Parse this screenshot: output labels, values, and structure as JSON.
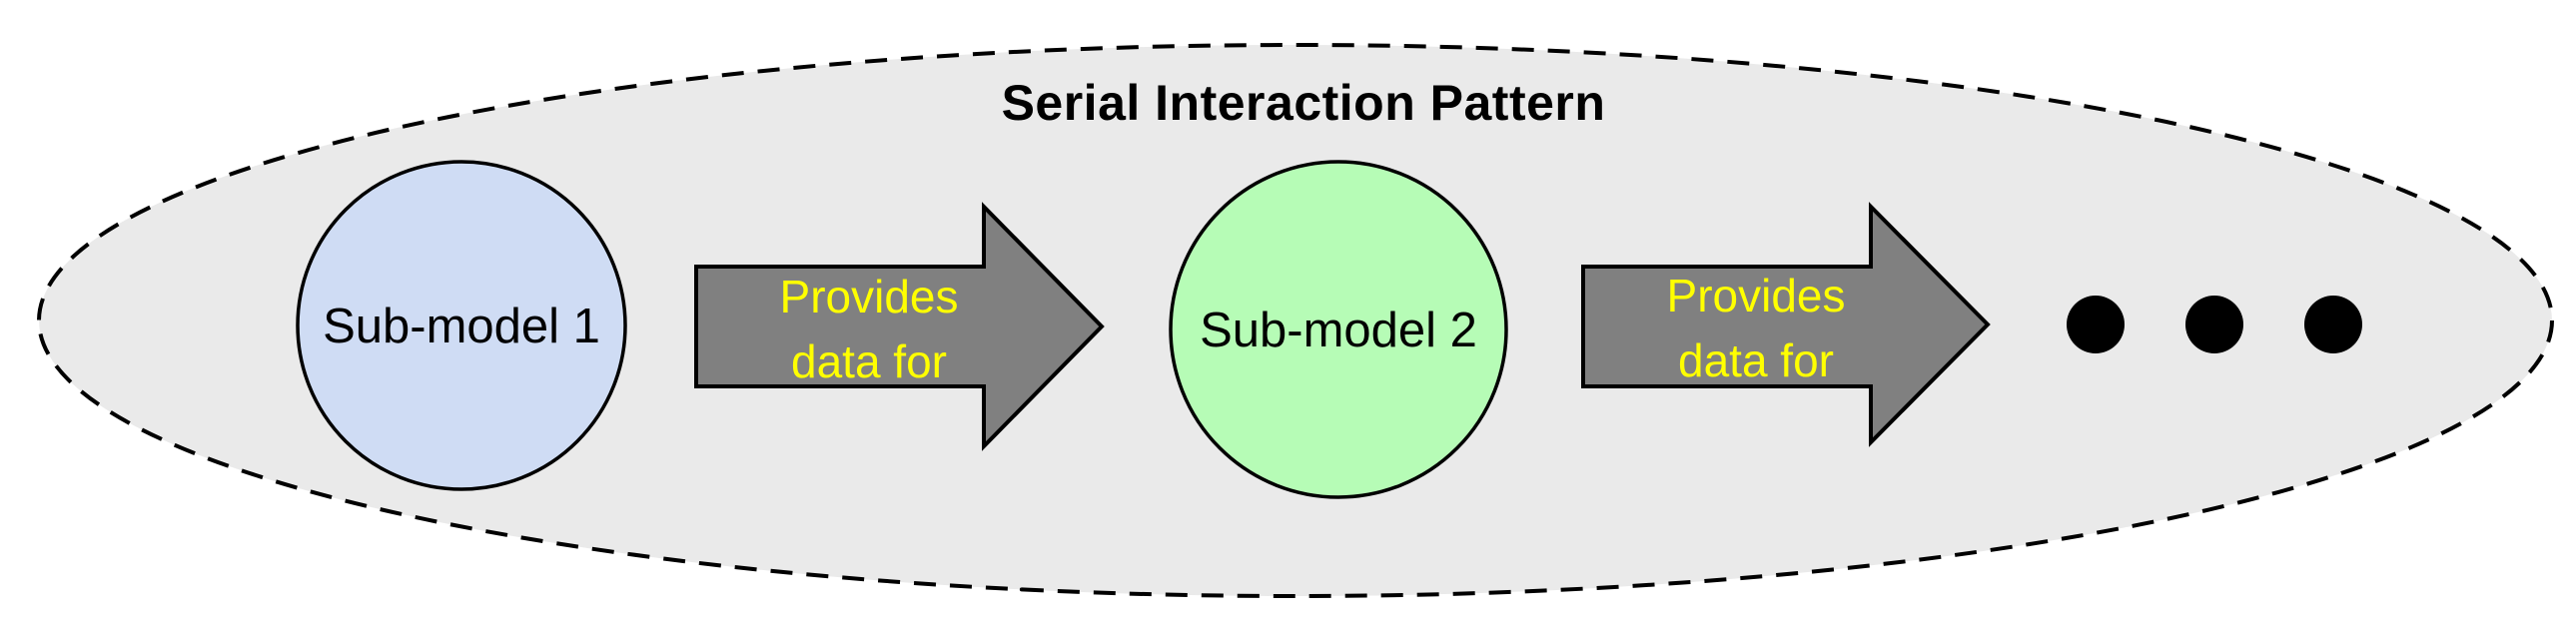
{
  "diagram": {
    "title": "Serial Interaction Pattern",
    "boundary": {
      "shape": "ellipse",
      "fill": "#eaeaea",
      "border_color": "#000000",
      "border_style": "dashed"
    },
    "nodes": [
      {
        "label": "Sub-model 1",
        "shape": "circle",
        "fill": "#cfdcf4",
        "border_color": "#000000"
      },
      {
        "label": "Sub-model 2",
        "shape": "circle",
        "fill": "#b6fcb6",
        "border_color": "#000000"
      }
    ],
    "arrows": [
      {
        "label": "Provides\ndata for",
        "fill": "#808080",
        "label_color": "#ffff00",
        "border_color": "#000000",
        "direction": "right"
      },
      {
        "label": "Provides\ndata for",
        "fill": "#808080",
        "label_color": "#ffff00",
        "border_color": "#000000",
        "direction": "right"
      }
    ],
    "continuation": {
      "icon": "three-dots",
      "color": "#000000"
    }
  }
}
